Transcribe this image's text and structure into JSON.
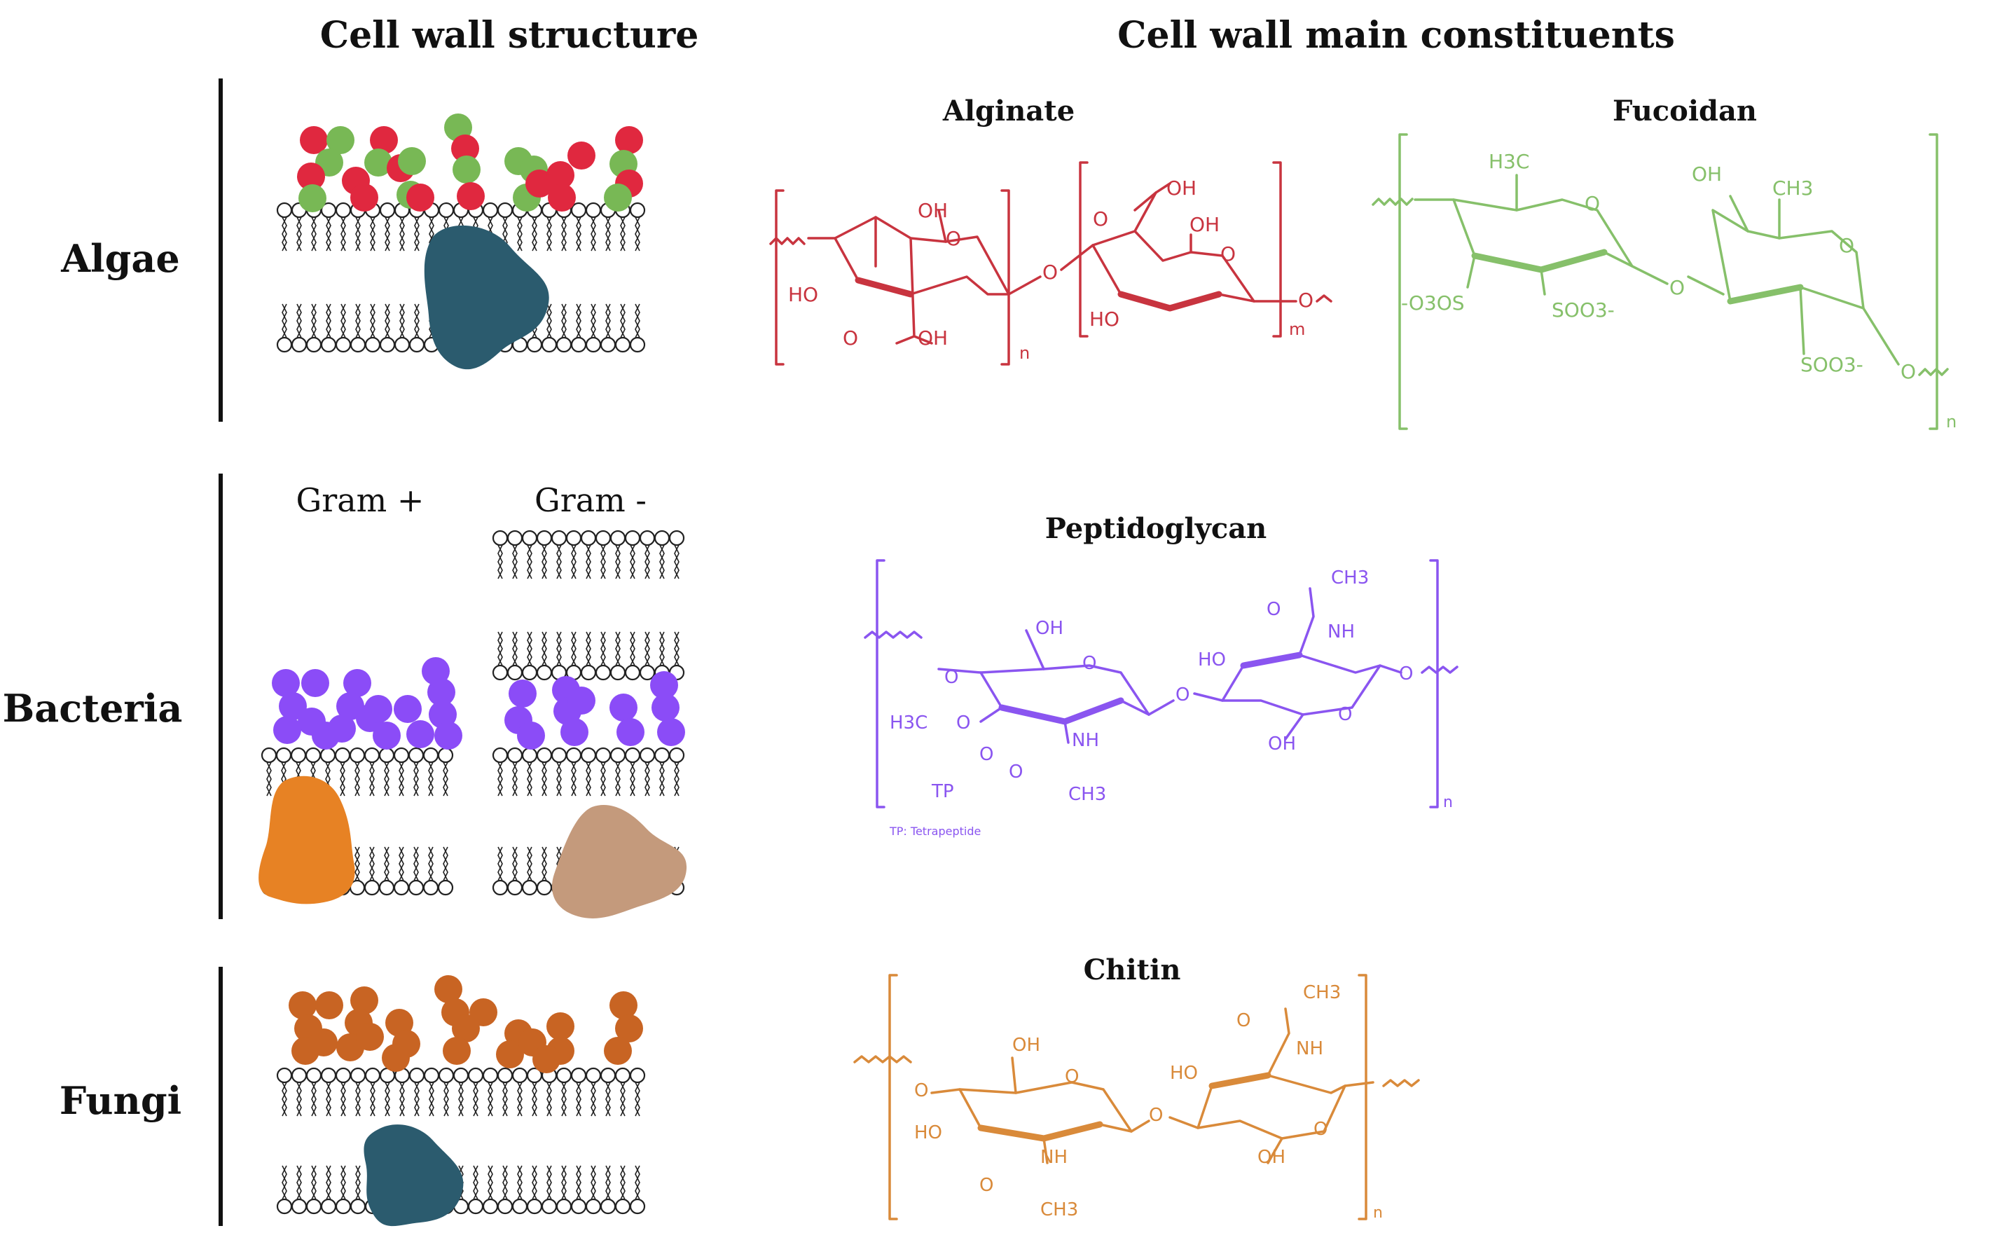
{
  "headers": {
    "structure": "Cell wall structure",
    "constituents": "Cell wall main constituents"
  },
  "rows": {
    "algae": "Algae",
    "bacteria": "Bacteria",
    "fungi": "Fungi"
  },
  "gram": {
    "positive": "Gram +",
    "negative": "Gram -"
  },
  "molecules": {
    "alginate": {
      "name": "Alginate",
      "labels": [
        "OH",
        "O",
        "HO",
        "O",
        "OH",
        "n",
        "O",
        "OH",
        "O",
        "OH",
        "HO",
        "O",
        "O",
        "m"
      ]
    },
    "fucoidan": {
      "name": "Fucoidan",
      "labels": [
        "H3C",
        "O",
        "OH",
        "CH3",
        "O",
        "-O3OS",
        "SOO3-",
        "O",
        "SOO3-",
        "O",
        "n"
      ]
    },
    "peptidoglycan": {
      "name": "Peptidoglycan",
      "labels": [
        "OH",
        "O",
        "O",
        "H3C",
        "O",
        "O",
        "TP",
        "NH",
        "O",
        "CH3",
        "O",
        "HO",
        "CH3",
        "O",
        "NH",
        "OH",
        "O",
        "O",
        "n"
      ],
      "note": "TP: Tetrapeptide"
    },
    "chitin": {
      "name": "Chitin",
      "labels": [
        "OH",
        "O",
        "O",
        "HO",
        "NH",
        "O",
        "CH3",
        "O",
        "HO",
        "CH3",
        "O",
        "NH",
        "OH",
        "O",
        "n"
      ]
    }
  },
  "colors": {
    "alginate": "#c8343f",
    "alginate_red_ball": "#e0283f",
    "alginate_green_ball": "#78b855",
    "fucoidan": "#86c06a",
    "peptidoglycan": "#8a55f0",
    "peptidoglycan_ball": "#8b4cf7",
    "chitin": "#d98a3a",
    "chitin_ball": "#c86423",
    "protein_teal": "#2b5b6e",
    "protein_orange": "#e78224",
    "protein_tan": "#c49a7c"
  }
}
